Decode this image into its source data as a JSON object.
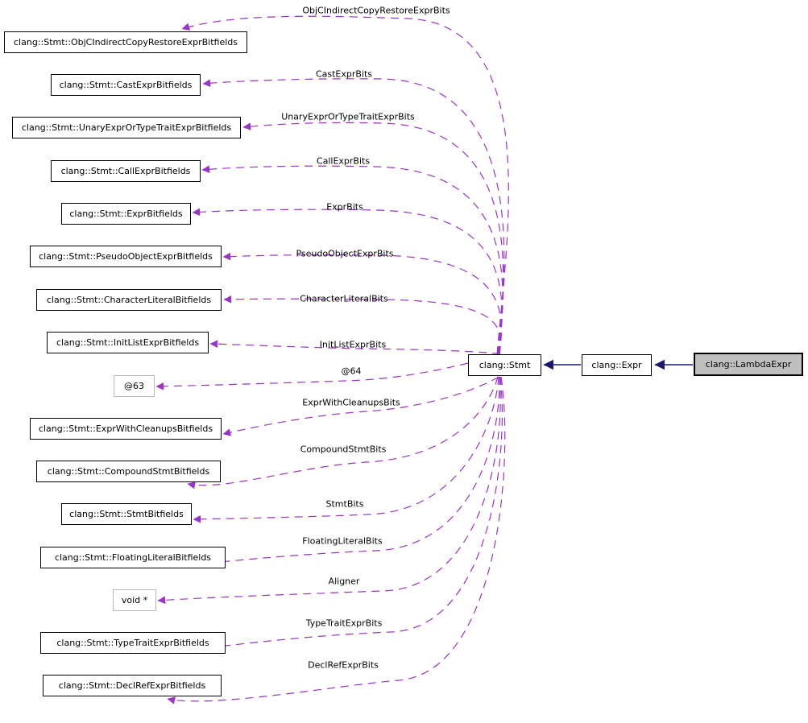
{
  "colors": {
    "usage_edge": "#9a32cc",
    "inheritance_edge": "#191970",
    "node_border": "#000000",
    "truncated_node_border": "#b9b9b9",
    "highlight_node_fill": "#bfbfbf",
    "node_fill": "#ffffff",
    "background": "#ffffff",
    "text": "#000000"
  },
  "nodes": {
    "bitfields": [
      {
        "label": "clang::Stmt::ObjCIndirectCopyRestoreExprBitfields"
      },
      {
        "label": "clang::Stmt::CastExprBitfields"
      },
      {
        "label": "clang::Stmt::UnaryExprOrTypeTraitExprBitfields"
      },
      {
        "label": "clang::Stmt::CallExprBitfields"
      },
      {
        "label": "clang::Stmt::ExprBitfields"
      },
      {
        "label": "clang::Stmt::PseudoObjectExprBitfields"
      },
      {
        "label": "clang::Stmt::CharacterLiteralBitfields"
      },
      {
        "label": "clang::Stmt::InitListExprBitfields"
      },
      {
        "label": "@63"
      },
      {
        "label": "clang::Stmt::ExprWithCleanupsBitfields"
      },
      {
        "label": "clang::Stmt::CompoundStmtBitfields"
      },
      {
        "label": "clang::Stmt::StmtBitfields"
      },
      {
        "label": "clang::Stmt::FloatingLiteralBitfields"
      },
      {
        "label": "void *"
      },
      {
        "label": "clang::Stmt::TypeTraitExprBitfields"
      },
      {
        "label": "clang::Stmt::DeclRefExprBitfields"
      }
    ],
    "stmt": {
      "label": "clang::Stmt"
    },
    "expr": {
      "label": "clang::Expr"
    },
    "lambda": {
      "label": "clang::LambdaExpr"
    }
  },
  "edge_labels": [
    {
      "text": "ObjCIndirectCopyRestoreExprBits"
    },
    {
      "text": "CastExprBits"
    },
    {
      "text": "UnaryExprOrTypeTraitExprBits"
    },
    {
      "text": "CallExprBits"
    },
    {
      "text": "ExprBits"
    },
    {
      "text": "PseudoObjectExprBits"
    },
    {
      "text": "CharacterLiteralBits"
    },
    {
      "text": "InitListExprBits"
    },
    {
      "text": "@64"
    },
    {
      "text": "ExprWithCleanupsBits"
    },
    {
      "text": "CompoundStmtBits"
    },
    {
      "text": "StmtBits"
    },
    {
      "text": "FloatingLiteralBits"
    },
    {
      "text": "Aligner"
    },
    {
      "text": "TypeTraitExprBits"
    },
    {
      "text": "DeclRefExprBits"
    }
  ]
}
